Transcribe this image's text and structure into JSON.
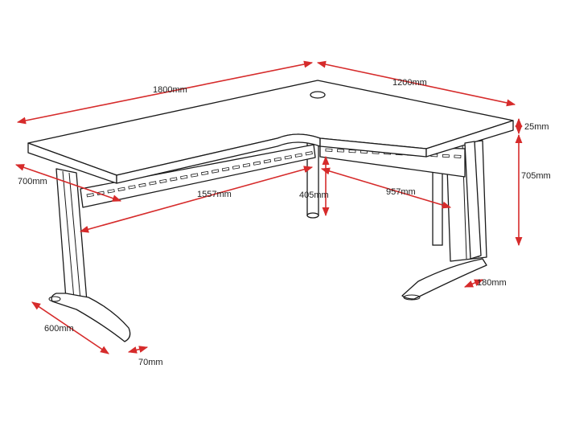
{
  "dimensions": {
    "top_length": "1800mm",
    "return_length": "1200mm",
    "top_thickness": "25mm",
    "overall_height": "705mm",
    "depth": "700mm",
    "inner_length": "1557mm",
    "corner_leg_height": "405mm",
    "return_inner": "957mm",
    "foot_width_right": "180mm",
    "foot_length": "600mm",
    "foot_width": "70mm"
  },
  "colors": {
    "dimension_lines": "#d62b2b",
    "outline": "#1a1a1a"
  }
}
